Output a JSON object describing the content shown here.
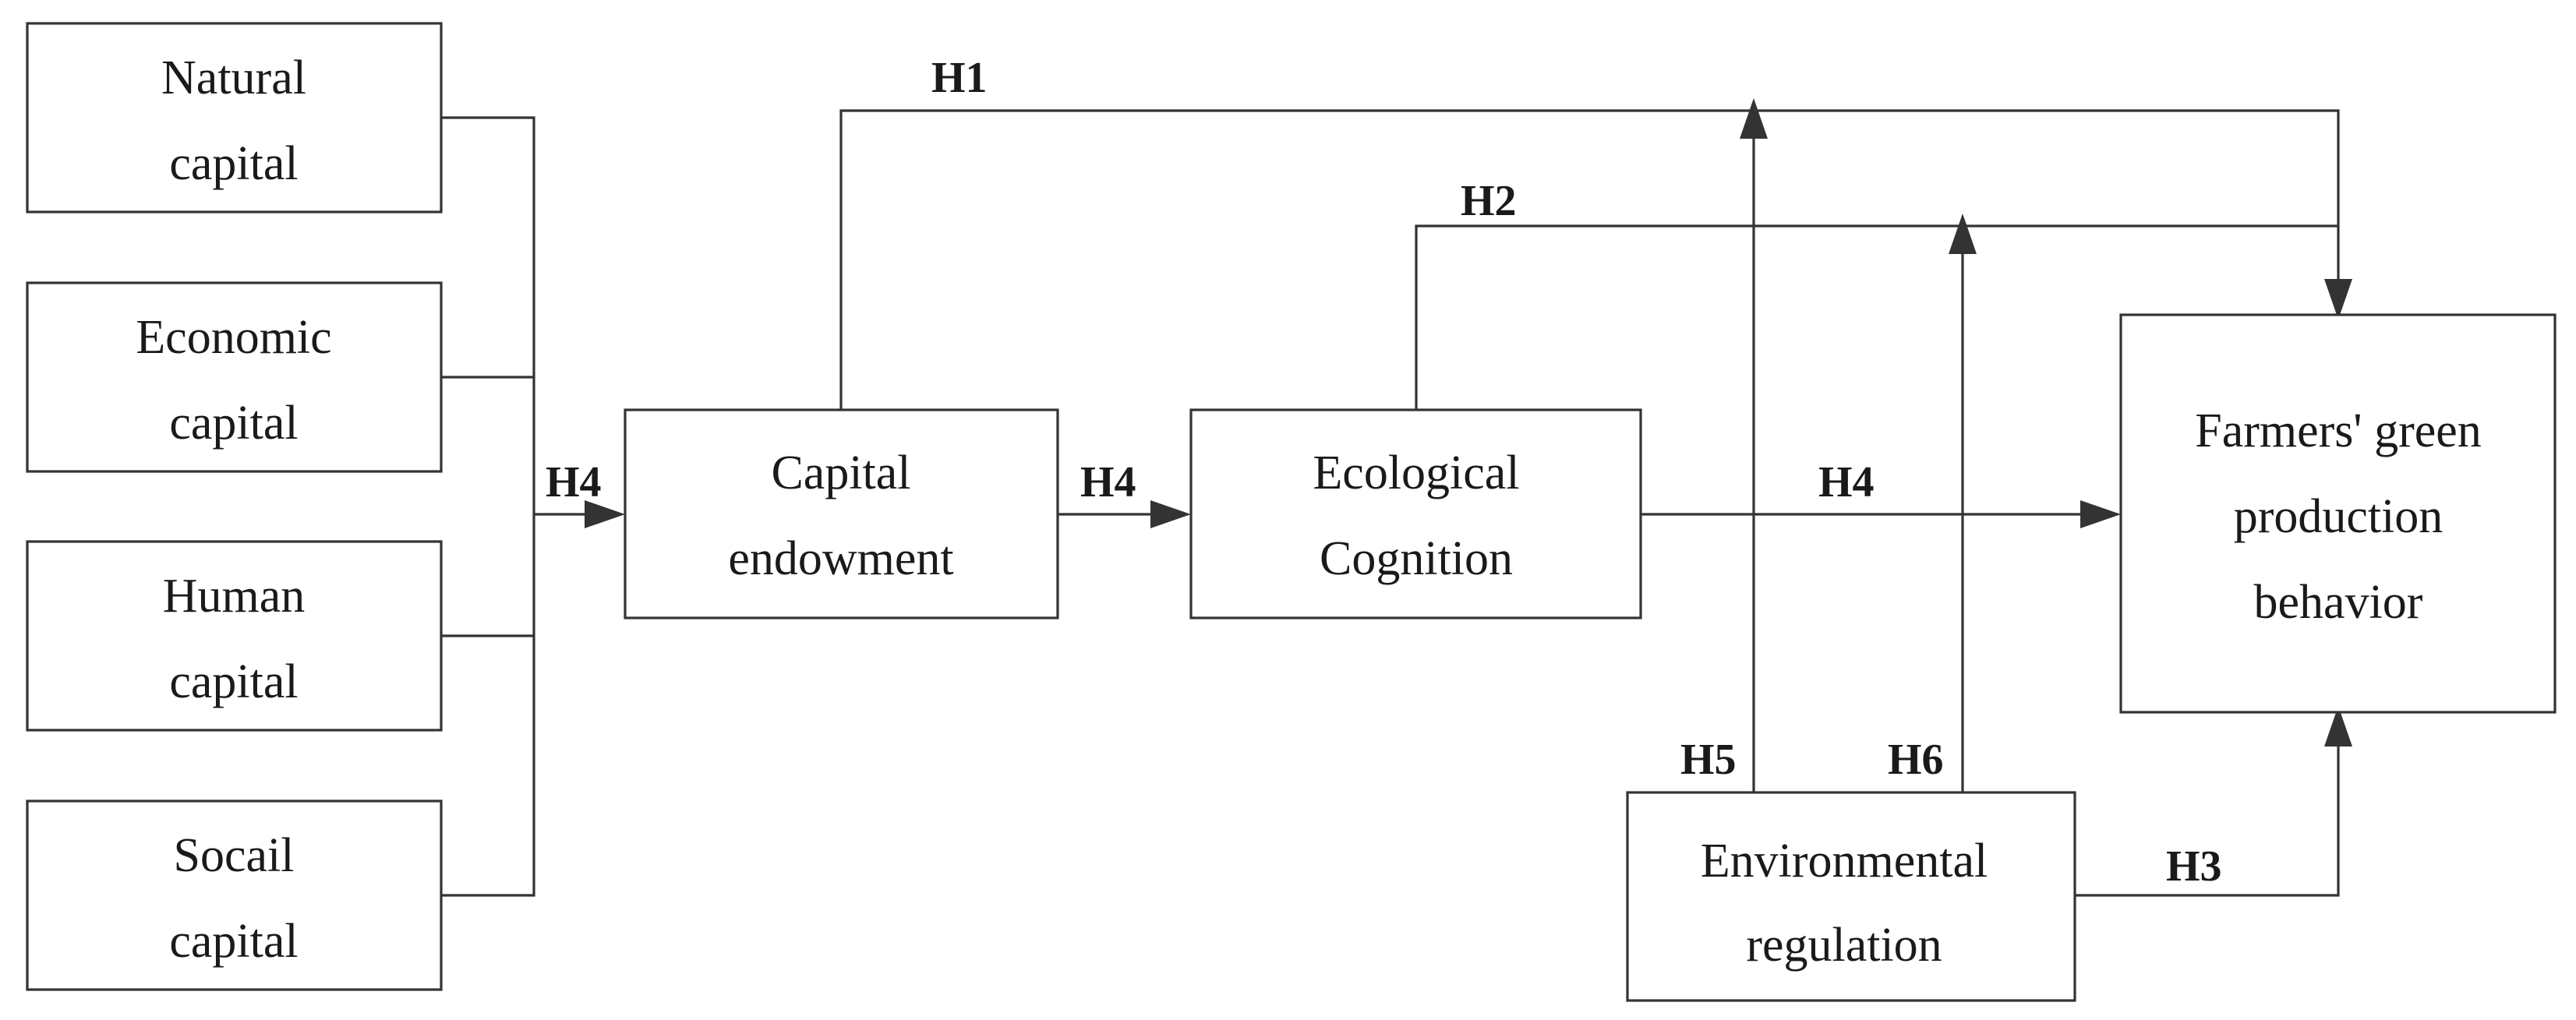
{
  "nodes": {
    "natural_capital": {
      "line1": "Natural",
      "line2": "capital"
    },
    "economic_capital": {
      "line1": "Economic",
      "line2": "capital"
    },
    "human_capital": {
      "line1": "Human",
      "line2": "capital"
    },
    "social_capital": {
      "line1": "Socail",
      "line2": "capital"
    },
    "capital_endowment": {
      "line1": "Capital",
      "line2": "endowment"
    },
    "ecological_cognition": {
      "line1": "Ecological",
      "line2": "Cognition"
    },
    "green_production": {
      "line1": "Farmers' green",
      "line2": "production",
      "line3": "behavior"
    },
    "environmental_regulation": {
      "line1": "Environmental",
      "line2": "regulation"
    }
  },
  "hypotheses": {
    "h1": "H1",
    "h2": "H2",
    "h3": "H3",
    "h4_capitals": "H4",
    "h4_endowment": "H4",
    "h4_cognition": "H4",
    "h5": "H5",
    "h6": "H6"
  },
  "colors": {
    "line": "#333333",
    "text": "#1a1a1a",
    "background": "#ffffff"
  }
}
